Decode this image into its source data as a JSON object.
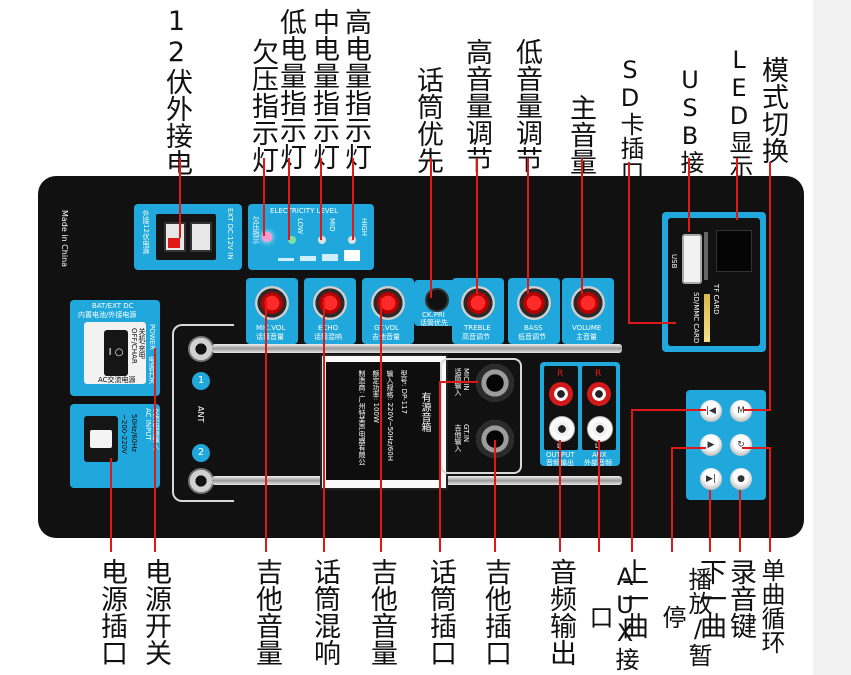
{
  "top_labels": {
    "ext_12v": "12伏外接电源",
    "under_voltage": "欠压指示灯",
    "low_battery": "低电量指示灯",
    "mid_battery": "中电量指示灯",
    "high_battery": "高电量指示灯",
    "mic_priority": "话筒优先",
    "treble_adjust": "高音量调节",
    "bass_adjust": "低音量调节",
    "main_volume": "主音量",
    "sd_slot": "SD卡插口",
    "usb_slot": "USB接口",
    "led_screen": "LED显示屏",
    "mode_switch": "模式切换"
  },
  "bottom_labels": {
    "power_socket": "电源插口",
    "power_switch": "电源开关",
    "guitar_volume_1": "吉他音量",
    "mic_echo": "话筒混响",
    "guitar_volume_2": "吉他音量",
    "mic_jack": "话筒插口",
    "guitar_jack": "吉他插口",
    "audio_output": "音频输出",
    "aux_jack": "AUX接口",
    "prev_track": "上一曲",
    "play_pause": "播放/暂停",
    "next_track": "下一曲",
    "record_key": "录音键",
    "single_loop": "单曲循环"
  },
  "panel": {
    "made_in": "Made in China",
    "ext_dc_label": "EXT DC:12V IN",
    "ext_dc_cn": "外接12伏电源",
    "electricity_level": "ELECTRICITY LEVEL",
    "low": "LOW",
    "mid": "MID",
    "high": "HIGH",
    "under_v_cn": "欠压指示",
    "bat_ext_dc": "BAT/EXT DC",
    "bat_ext_cn": "内置电池/外接电源",
    "off_char": "OFF/CHAR",
    "off_char_cn": "关机/充电",
    "ac_supply": "AC交流电源",
    "power_switch_en": "POWER",
    "power_switch_cn": "电源开关",
    "ac_voltage": "~200-220V",
    "ac_freq": "50Hz/60Hz",
    "ac_in_en": "AC INPUT",
    "ac_in_cn": "交流电源输入",
    "mic_vol": "MIC.VOL",
    "mic_vol_cn": "话筒音量",
    "echo": "ECHO",
    "echo_cn": "话筒混响",
    "gt_vol": "GT.VOL",
    "gt_vol_cn": "吉他音量",
    "ck_pri": "CK.PRI",
    "ck_pri_cn": "话筒优先",
    "treble": "TREBLE",
    "treble_cn": "高音调节",
    "bass": "BASS",
    "bass_cn": "低音调节",
    "volume": "VOLUME",
    "volume_cn": "主音量",
    "usb": "USB",
    "tf_card": "TF CARD",
    "sdmmc_card": "SD/MMC CARD",
    "ant": "ANT",
    "ant1": "1",
    "ant2": "2",
    "mic_in": "MIC.IN",
    "mic_in_cn": "话筒输入",
    "gt_in": "GT.IN",
    "gt_in_cn": "吉他输入",
    "output": "OUTPUT",
    "output_cn": "音频输出",
    "aux": "AUX",
    "aux_cn": "外部音频",
    "r": "R",
    "l": "L",
    "nameplate_title": "有源音箱",
    "nameplate_model": "型号: DP-117",
    "nameplate_input": "输入规格: 220V~50Hz/60H",
    "nameplate_power": "额定功率: 100W",
    "nameplate_maker": "制造商: 广州特美声电器有限公"
  },
  "colors": {
    "panel": "#111111",
    "accent_blue": "#20a8dc",
    "leader_line": "#e01818",
    "knob_red": "#ff2a2a"
  }
}
